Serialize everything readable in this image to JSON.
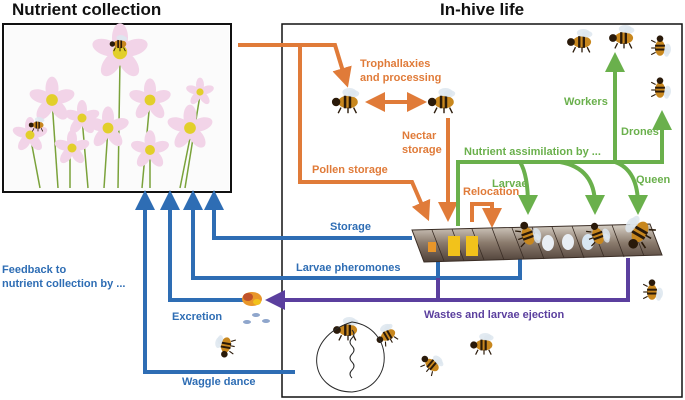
{
  "titles": {
    "left": "Nutrient collection",
    "right": "In-hive life"
  },
  "labels": {
    "trophallaxies": "Trophallaxies",
    "and_processing": "and processing",
    "nectar": "Nectar",
    "storage_word": "storage",
    "pollen_storage": "Pollen storage",
    "relocation": "Relocation",
    "workers": "Workers",
    "drones": "Drones",
    "nutrient_assimilation": "Nutrient assimilation by ...",
    "larvae": "Larvae",
    "queen": "Queen",
    "storage": "Storage",
    "larvae_pheromones": "Larvae pheromones",
    "feedback_line1": "Feedback to",
    "feedback_line2": "nutrient collection by ...",
    "excretion": "Excretion",
    "wastes": "Wastes and larvae ejection",
    "waggle": "Waggle dance"
  },
  "colors": {
    "orange": "#e07b39",
    "green": "#6ab04c",
    "blue": "#2e6db4",
    "purple": "#5b3f9e"
  }
}
